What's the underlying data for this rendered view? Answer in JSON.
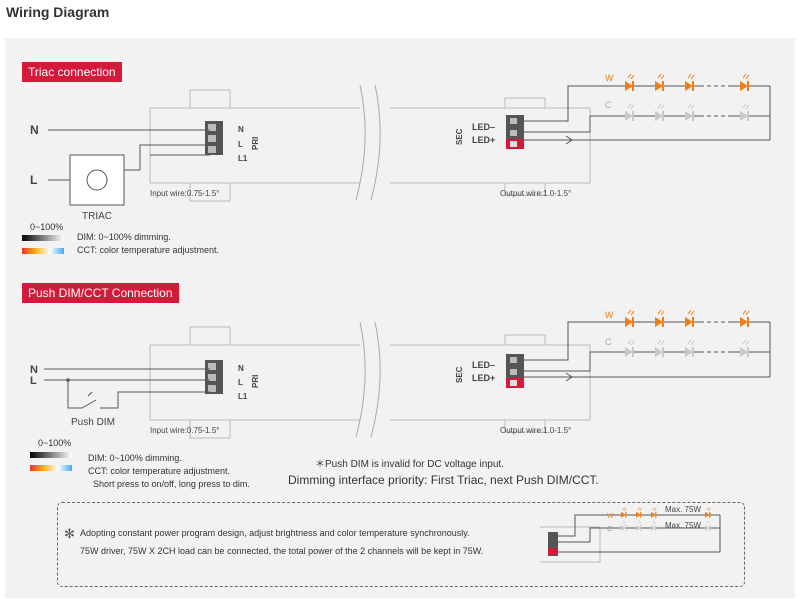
{
  "title": "Wiring Diagram",
  "triac": {
    "section_title": "Triac connection",
    "input_labels": {
      "n": "N",
      "l": "L"
    },
    "triac_label": "TRIAC",
    "pri_labels": {
      "n": "N",
      "l": "L",
      "l1": "L1",
      "pri": "PRI"
    },
    "sec_labels": {
      "sec": "SEC",
      "led_minus": "LED–",
      "led_plus": "LED+"
    },
    "input_wire": "Input wire:0.75-1.5°",
    "output_wire": "Output wire:1.0-1.5°",
    "led_w": "W",
    "led_c": "C",
    "legend": {
      "range": "0~100%",
      "dim": "DIM: 0~100% dimming.",
      "cct": "CCT: color temperature adjustment."
    }
  },
  "push": {
    "section_title": "Push DIM/CCT Connection",
    "input_labels": {
      "n": "N",
      "l": "L"
    },
    "push_label": "Push DIM",
    "pri_labels": {
      "n": "N",
      "l": "L",
      "l1": "L1",
      "pri": "PRI"
    },
    "sec_labels": {
      "sec": "SEC",
      "led_minus": "LED–",
      "led_plus": "LED+"
    },
    "input_wire": "Input wire:0.75-1.5°",
    "output_wire": "Output wire:1.0-1.5°",
    "led_w": "W",
    "led_c": "C",
    "legend": {
      "range": "0~100%",
      "dim": "DIM: 0~100% dimming.",
      "cct": "CCT: color temperature adjustment.",
      "press": "Short press to on/off, long press to dim."
    },
    "note_dc": "＊Push DIM is invalid for DC voltage input.",
    "priority": "Dimming interface priority: First Triac, next Push DIM/CCT."
  },
  "footnote": {
    "star": "✻",
    "line1": "Adopting constant power program design, adjust brightness and color temperature synchronously.",
    "line2": "75W driver, 75W X 2CH load can be connected, the total power of the 2 channels will be kept in 75W.",
    "max_w": "Max. 75W",
    "max_c": "Max. 75W",
    "w": "W",
    "c": "C"
  },
  "colors": {
    "accent": "#d31a3b",
    "warm_led": "#f07d17",
    "cool_led": "#c8c8c8"
  }
}
